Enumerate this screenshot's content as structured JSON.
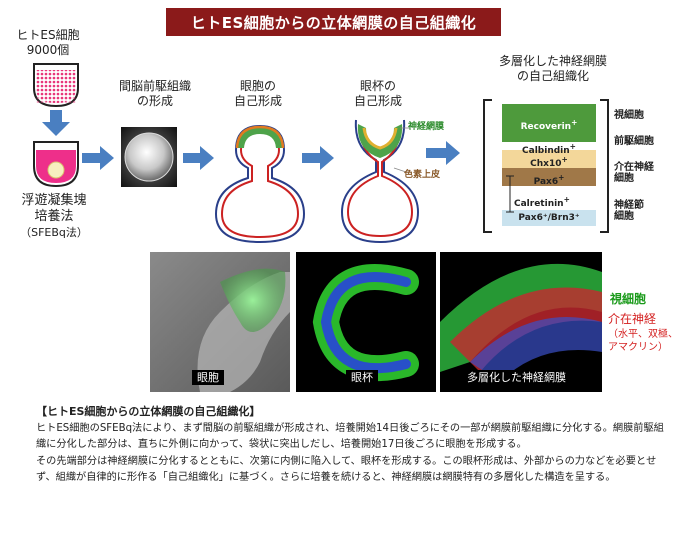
{
  "banner_title": "ヒトES細胞からの立体網膜の自己組織化",
  "steps": {
    "es_cells_line1": "ヒトES細胞",
    "es_cells_line2": "9000個",
    "sfebq_line1": "浮遊凝集塊",
    "sfebq_line2": "培養法",
    "sfebq_line3": "（SFEBq法）",
    "step1_line1": "間脳前駆組織",
    "step1_line2": "の形成",
    "step2_line1": "眼胞の",
    "step2_line2": "自己形成",
    "step3_line1": "眼杯の",
    "step3_line2": "自己形成",
    "step4_line1": "多層化した神経網膜",
    "step4_line2": "の自己組織化"
  },
  "optic_cup_labels": {
    "neural_retina": "神経網膜",
    "pigment_epithelium": "色素上皮"
  },
  "layers": {
    "recoverin": "Recoverin",
    "calbindin": "Calbindin",
    "chx10": "Chx10",
    "pax6": "Pax6",
    "calretinin": "Calretinin",
    "pax6_brn3": "Pax6⁺/Brn3⁺",
    "plus": "+"
  },
  "layer_names": {
    "photoreceptor": "視細胞",
    "precursor": "前駆細胞",
    "interneuron_line1": "介在神経",
    "interneuron_line2": "細胞",
    "ganglion_line1": "神経節",
    "ganglion_line2": "細胞"
  },
  "photo_captions": {
    "vesicle": "眼胞",
    "cup": "眼杯",
    "multilayer": "多層化した神経網膜"
  },
  "photo_legend": {
    "photoreceptor": "視細胞",
    "interneuron": "介在神経",
    "interneuron_detail_line1": "（水平、双極、",
    "interneuron_detail_line2": "アマクリン）"
  },
  "colors": {
    "banner": "#8b1a1a",
    "arrow": "#4a7fc1",
    "recoverin": "#4e9a3c",
    "calbindin": "#f3d79a",
    "pax6": "#a07848",
    "ganglion": "#c9e2ee",
    "legend_green": "#1a9a1a",
    "legend_red": "#d42020"
  },
  "description": {
    "title": "【ヒトES細胞からの立体網膜の自己組織化】",
    "p1": "ヒトES細胞のSFEBq法により、まず間脳の前駆組織が形成され、培養開始14日後ごろにその一部が網膜前駆組織に分化する。網膜前駆組織に分化した部分は、直ちに外側に向かって、袋状に突出しだし、培養開始17日後ごろに眼胞を形成する。",
    "p2": "その先端部分は神経網膜に分化するとともに、次第に内側に陥入して、眼杯を形成する。この眼杯形成は、外部からの力などを必要とせず、組織が自律的に形作る「自己組織化」に基づく。さらに培養を続けると、神経網膜は網膜特有の多層化した構造を呈する。"
  }
}
